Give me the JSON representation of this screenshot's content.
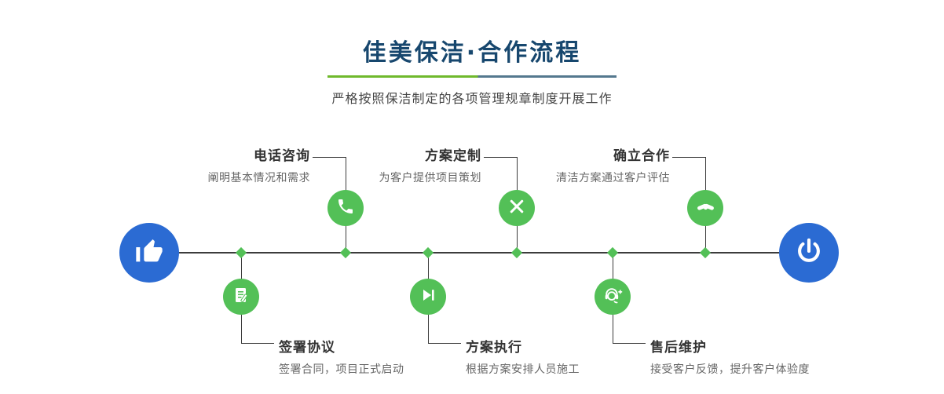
{
  "header": {
    "title": "佳美保洁·合作流程",
    "subtitle": "严格按照保洁制定的各项管理规章制度开展工作"
  },
  "colors": {
    "accent_green": "#53c057",
    "accent_blue": "#2b6bd3",
    "title_navy": "#17476e",
    "divider_green": "#6fb92c",
    "divider_slate": "#54788e"
  },
  "timeline": {
    "start_icon": "hand-pointer-icon",
    "end_icon": "power-icon"
  },
  "steps_top": [
    {
      "title": "电话咨询",
      "desc": "阐明基本情况和需求",
      "icon": "phone-icon"
    },
    {
      "title": "方案定制",
      "desc": "为客户提供项目策划",
      "icon": "pencil-ruler-icon"
    },
    {
      "title": "确立合作",
      "desc": "清洁方案通过客户评估",
      "icon": "handshake-icon"
    }
  ],
  "steps_bottom": [
    {
      "title": "签署协议",
      "desc": "签署合同，项目正式启动",
      "icon": "contract-icon"
    },
    {
      "title": "方案执行",
      "desc": "根据方案安排人员施工",
      "icon": "play-execute-icon"
    },
    {
      "title": "售后维护",
      "desc": "接受客户反馈，提升客户体验度",
      "icon": "headset-support-icon"
    }
  ]
}
